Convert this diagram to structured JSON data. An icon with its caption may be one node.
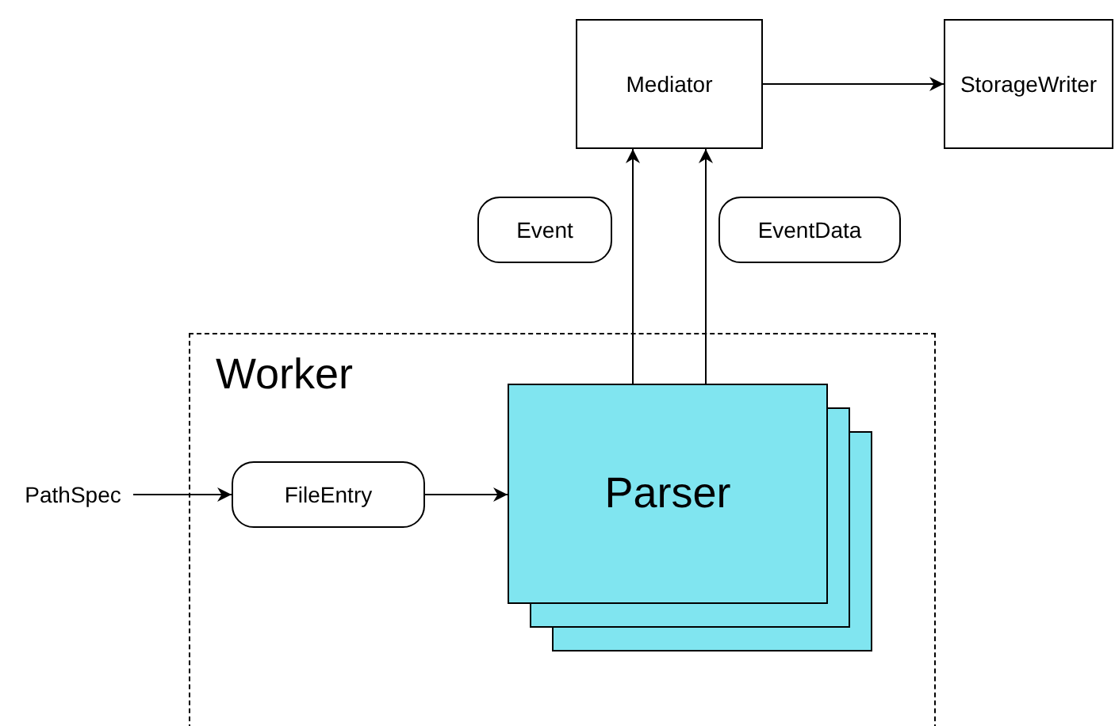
{
  "diagram": {
    "nodes": [
      {
        "text": [
          "Mediator"
        ]
      },
      {
        "text": [
          "StorageWriter"
        ]
      },
      {
        "text": [
          "Event"
        ]
      },
      {
        "text": [
          "EventData"
        ]
      },
      {
        "text": [
          "Worker"
        ]
      },
      {
        "text": [
          "PathSpec"
        ]
      },
      {
        "text": [
          "FileEntry"
        ],
        "in": 4
      },
      {
        "text": [
          "Parser"
        ],
        "in": 4
      }
    ],
    "edges": [
      {
        "from": 7,
        "to": 0,
        "arrow": "to"
      },
      {
        "from": 7,
        "to": 0,
        "arrow": "to"
      },
      {
        "from": 0,
        "to": 1,
        "arrow": "to"
      },
      {
        "from": 5,
        "to": 6,
        "arrow": "to"
      },
      {
        "from": 6,
        "to": 7,
        "arrow": "to"
      }
    ]
  }
}
